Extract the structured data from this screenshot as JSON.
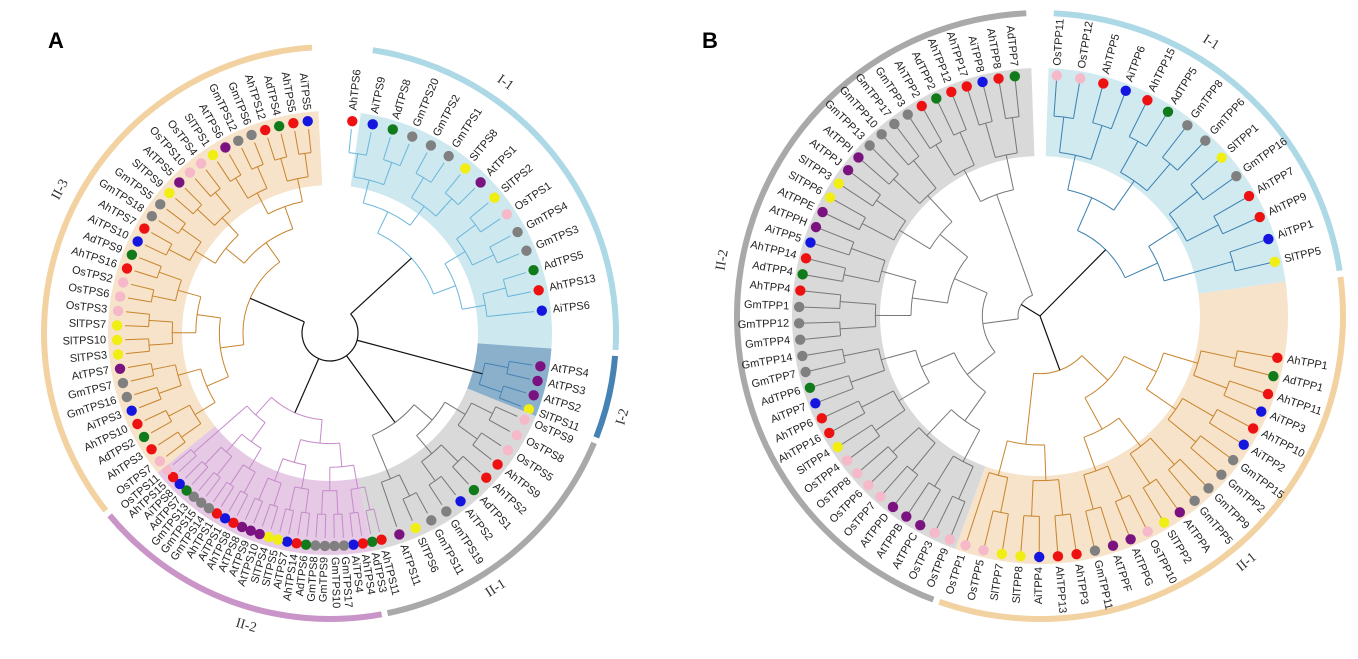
{
  "colors": {
    "species": {
      "Ai": "#1515e0",
      "Ah": "#ee1111",
      "Ad": "#117a1b",
      "At": "#7a1380",
      "Sl": "#f0ee12",
      "Os": "#f6b9c9",
      "Gm": "#808080"
    },
    "A": {
      "I-1": "#add8e6",
      "I-2": "#4682b4",
      "II-1": "#a9a9a9",
      "II-2": "#c994c7",
      "II-3": "#f2d2a0"
    },
    "B": {
      "I-1": "#add8e6",
      "II-1": "#f2d2a0",
      "II-2": "#a9a9a9"
    },
    "shade": {
      "I-1": "#cde8ef",
      "I-2": "#8bb0cc",
      "II-1": "#d9d9d9",
      "II-2": "#e6c9e4",
      "II-3": "#f6e3c9"
    },
    "shadeB": {
      "I-1": "#d0eaf0",
      "II-1": "#f6e3c9",
      "II-2": "#d9d9d9"
    },
    "branch": {
      "I-1": "#6bb6da",
      "I-2": "#4682b4",
      "II-1": "#777777",
      "II-2": "#c48bc9",
      "II-3": "#c8842c",
      "root": "#111111"
    },
    "branchB": {
      "I-1": "#3b80b0",
      "II-1": "#c8842c",
      "II-2": "#777777",
      "root": "#111111"
    }
  },
  "panels": [
    {
      "letter": "A",
      "clades": [
        {
          "id": "I-1",
          "label": "I-1",
          "leaves": [
            "AhTPS6",
            "AiTPS9",
            "AdTPS8",
            "GmTPS20",
            "GmTPS2",
            "GmTPS1",
            "SlTPS8",
            "AtTPS1",
            "SlTPS2",
            "OsTPS1",
            "GmTPS4",
            "GmTPS3",
            "AdTPS5",
            "AhTPS13",
            "AiTPS6"
          ]
        },
        {
          "id": "I-2",
          "label": "I-2",
          "leaves": [
            "AtTPS4",
            "AtTPS3",
            "AtTPS2",
            "SlTPS11"
          ]
        },
        {
          "id": "II-1",
          "label": "II-1",
          "leaves": [
            "OsTPS9",
            "OsTPS8",
            "OsTPS5",
            "AhTPS9",
            "AhTPS2",
            "AdTPS1",
            "AiTPS2",
            "GmTPS19",
            "GmTPS11",
            "SlTPS6",
            "AtTPS11"
          ]
        },
        {
          "id": "II-2",
          "label": "II-2",
          "leaves": [
            "AhTPS11",
            "AdTPS3",
            "AhTPS4",
            "AiTPS4",
            "GmTPS17",
            "GmTPS10",
            "GmTPS9",
            "GmTPS8",
            "AdTPS6",
            "AhTPS14",
            "AiTPS7",
            "SlTPS5",
            "SlTPS4",
            "AtTPS10",
            "AtTPS9",
            "AtTPS8",
            "AhTPS8",
            "AiTPS1",
            "AhTPS1",
            "GmTPS14",
            "GmTPS15",
            "GmTPS13",
            "AdTPS7",
            "AiTPS8",
            "AhTPS15",
            "OsTPS11"
          ]
        },
        {
          "id": "II-3",
          "label": "II-3",
          "leaves": [
            "OsTPS7",
            "AhTPS3",
            "AdTPS2",
            "AhTPS10",
            "AiTPS3",
            "GmTPS16",
            "GmTPS7",
            "AtTPS7",
            "SlTPS3",
            "SlTPS10",
            "SlTPS7",
            "OsTPS3",
            "OsTPS6",
            "OsTPS2",
            "AhTPS16",
            "AdTPS9",
            "AiTPS10",
            "AhTPS7",
            "GmTPS18",
            "GmTPS5",
            "SlTPS9",
            "AtTPS5",
            "OsTPS10",
            "OsTPS4",
            "SlTPS1",
            "AtTPS6",
            "GmTPS12",
            "GmTPS6",
            "AhTPS12",
            "AdTPS4",
            "AhTPS5",
            "AiTPS5"
          ]
        }
      ]
    },
    {
      "letter": "B",
      "clades": [
        {
          "id": "I-1",
          "label": "I-1",
          "leaves": [
            "OsTPP11",
            "OsTPP12",
            "AhTPP5",
            "AiTPP6",
            "AhTPP15",
            "AdTPP5",
            "GmTPP8",
            "GmTPP6",
            "SlTPP1",
            "GmTPP16",
            "AhTPP7",
            "AhTPP9",
            "AiTPP1",
            "SlTPP5"
          ]
        },
        {
          "id": "II-1",
          "label": "II-1",
          "leaves": [
            "AhTPP1",
            "AdTPP1",
            "AhTPP11",
            "AiTPP3",
            "AhTPP10",
            "AiTPP2",
            "GmTPP15",
            "GmTPP2",
            "GmTPP9",
            "GmTPP5",
            "AtTPPA",
            "SlTPP2",
            "OsTPP10",
            "AtTPPG",
            "AtTPPF",
            "GmTPP11",
            "AhTPP3",
            "AhTPP13",
            "AiTPP4",
            "SlTPP8",
            "SlTPP7",
            "OsTPP5",
            "OsTPP1"
          ]
        },
        {
          "id": "II-2",
          "label": "II-2",
          "leaves": [
            "OsTPP9",
            "OsTPP3",
            "AtTPPC",
            "AtTPPB",
            "AtTPPD",
            "OsTPP7",
            "OsTPP6",
            "OsTPP8",
            "OsTPP4",
            "SlTPP4",
            "AhTPP16",
            "AhTPP6",
            "AiTPP7",
            "AdTPP6",
            "GmTPP7",
            "GmTPP14",
            "GmTPP4",
            "GmTPP12",
            "GmTPP1",
            "AhTPP4",
            "AdTPP4",
            "AhTPP14",
            "AiTPP5",
            "AtTPPH",
            "AtTPPE",
            "SlTPP6",
            "SlTPP3",
            "AtTPPJ",
            "AtTPPI",
            "GmTPP13",
            "GmTPP10",
            "GmTPP17",
            "GmTPP3",
            "AhTPP2",
            "AdTPP2",
            "AhTPP12",
            "AhTPP17",
            "AiTPP8",
            "AhTPP8",
            "AdTPP7"
          ]
        }
      ]
    }
  ]
}
